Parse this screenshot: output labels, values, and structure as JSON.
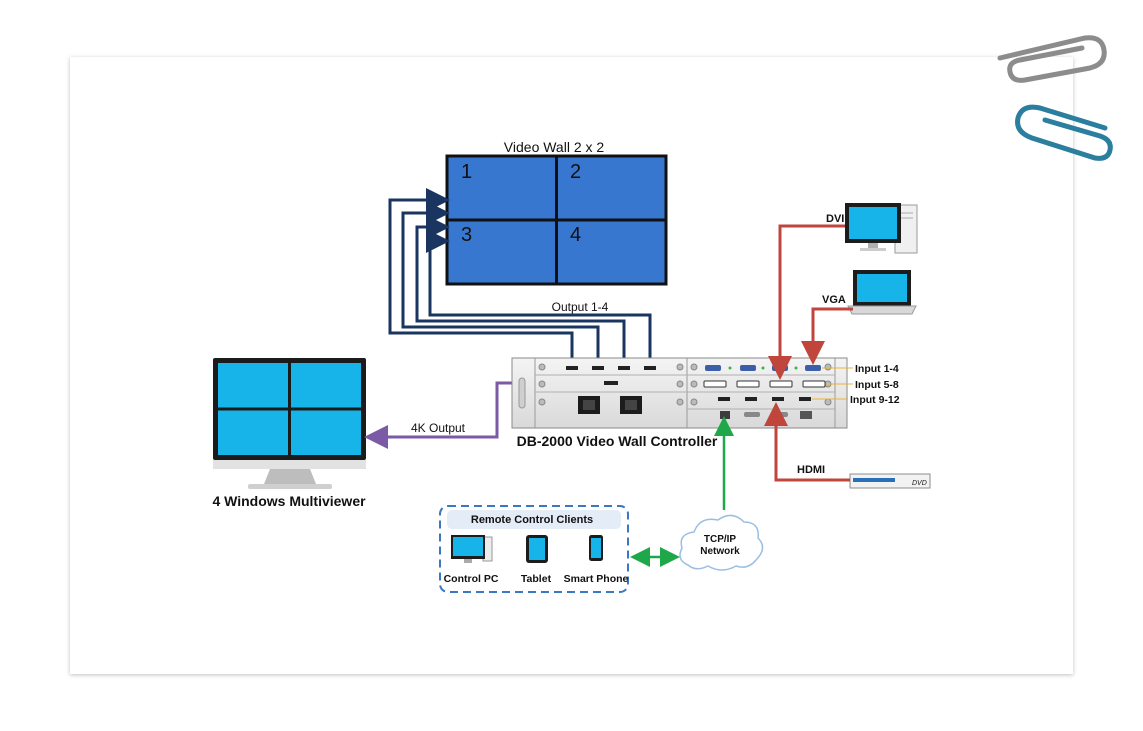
{
  "video_wall": {
    "title": "Video Wall 2 x 2",
    "panels": [
      "1",
      "2",
      "3",
      "4"
    ]
  },
  "labels": {
    "output": "Output 1-4",
    "output_4k": "4K Output",
    "controller": "DB-2000 Video Wall Controller",
    "multiviewer": "4 Windows Multiviewer",
    "input_1_4": "Input 1-4",
    "input_5_8": "Input 5-8",
    "input_9_12": "Input 9-12",
    "dvi": "DVI",
    "vga": "VGA",
    "hdmi": "HDMI",
    "network_line1": "TCP/IP",
    "network_line2": "Network",
    "player_brand": "DVD"
  },
  "remote": {
    "title": "Remote Control Clients",
    "devices": [
      "Control PC",
      "Tablet",
      "Smart Phone"
    ]
  },
  "colors": {
    "wall_blue": "#3877cf",
    "screen_cyan": "#17b4ea",
    "navy_cable": "#1a3560",
    "purple_cable": "#7b5aa6",
    "red_cable": "#c0453d",
    "green_cable": "#1fa84a",
    "dashed_box": "#3a78c2",
    "input_line": "#e8b33a"
  }
}
